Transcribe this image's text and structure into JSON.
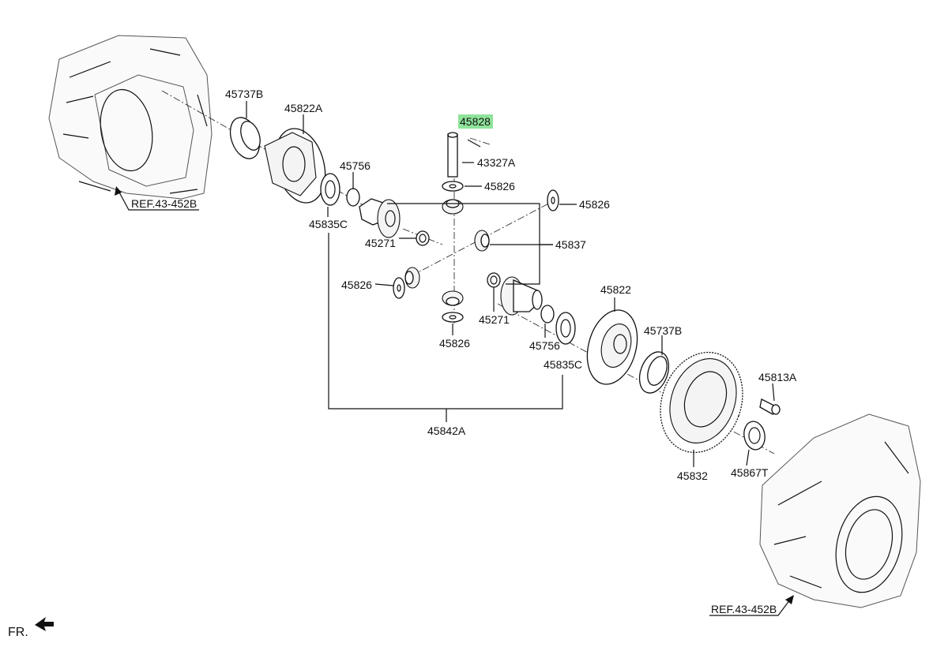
{
  "diagram": {
    "labels": {
      "ref_top": "REF.43-452B",
      "ref_bottom": "REF.43-452B",
      "p45737b_top": "45737B",
      "p45822a": "45822A",
      "p45828": "45828",
      "p43327a": "43327A",
      "p45826_a": "45826",
      "p45826_b": "45826",
      "p45756_top": "45756",
      "p45835c_top": "45835C",
      "p45271_top": "45271",
      "p45837": "45837",
      "p45826_c": "45826",
      "p45826_d": "45826",
      "p45271_bottom": "45271",
      "p45822": "45822",
      "p45737b_right": "45737B",
      "p45756_bottom": "45756",
      "p45835c_bottom": "45835C",
      "p45813a": "45813A",
      "p45842a": "45842A",
      "p45832": "45832",
      "p45867t": "45867T",
      "front": "FR."
    },
    "highlight_color": "#8fe39a"
  }
}
